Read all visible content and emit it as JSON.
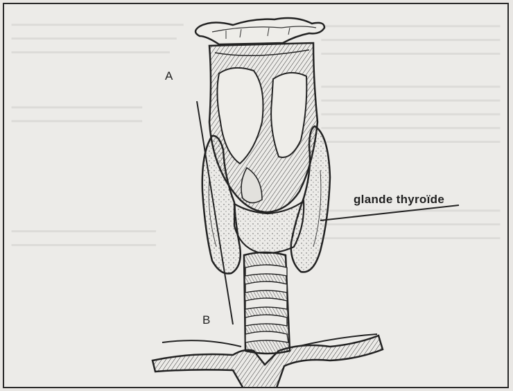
{
  "figure": {
    "labels": {
      "a": "A",
      "b": "B",
      "thyroid": "glande thyroïde"
    },
    "colors": {
      "ink": "#222222",
      "paper": "#ecebe8",
      "frame": "#2a2a2a"
    }
  }
}
